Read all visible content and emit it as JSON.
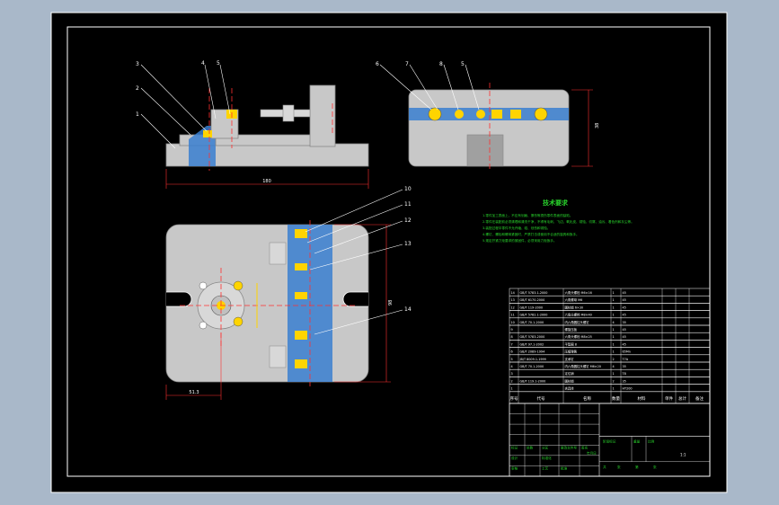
{
  "colors": {
    "viewport_bg": "#a9b8c9",
    "canvas_bg": "#000000",
    "frame": "#ffffff",
    "part_fill": "#c8c8c8",
    "part_fill_light": "#d8d8d8",
    "section": "#3a7fd0",
    "dim_line": "#ff3030",
    "callout": "#ffffff",
    "bolt": "#ffd400",
    "notes_text": "#29d42c",
    "center_line": "#ff3030"
  },
  "callouts": {
    "front": [
      "3",
      "2",
      "1",
      "4",
      "5"
    ],
    "side": [
      "6",
      "7",
      "8",
      "5"
    ],
    "plan": [
      "10",
      "11",
      "12",
      "13",
      "14"
    ]
  },
  "dimensions": {
    "front_width": "180",
    "side_height": "38",
    "plan_height": "98",
    "plan_offset": "51.3"
  },
  "technical_requirements": {
    "title": "技术要求",
    "lines": [
      "1.零件加工表面上，不应有划痕、擦伤等损伤零件表面的缺陷。",
      "2.零件在装配前必须清理和清洗干净，不得有毛刺、飞边、氧化皮、锈蚀、切屑、油污、着色剂和灰尘等。",
      "3.装配过程中零件不允许磕、碰、划伤和锈蚀。",
      "4.螺钉、螺栓和螺母紧固时，严禁打击或使用不合适的旋具和扳手。",
      "5.规定拧紧力矩要求的紧固件，必须采用力矩扳手。"
    ]
  },
  "bom": {
    "headers": [
      "序号",
      "代号",
      "名称",
      "数量",
      "材料",
      "单件",
      "总计",
      "备注"
    ],
    "rows": [
      [
        "14",
        "GB/T 5783.1-2000",
        "六角头螺栓 M6×16",
        "1",
        "45",
        "",
        "",
        ""
      ],
      [
        "13",
        "GB/T 6170-2000",
        "六角螺母 M6",
        "1",
        "45",
        "",
        "",
        ""
      ],
      [
        "12",
        "GB/T 119-2000",
        "圆柱销 6×30",
        "1",
        "45",
        "",
        "",
        ""
      ],
      [
        "11",
        "GB/T 5782.1-2000",
        "六角头螺栓 M8×40",
        "1",
        "45",
        "",
        "",
        ""
      ],
      [
        "10",
        "GB/T 70.1-2000",
        "内六角圆柱头螺钉",
        "4",
        "35",
        "",
        "",
        ""
      ],
      [
        "9",
        "",
        "螺旋压板",
        "1",
        "45",
        "",
        "",
        ""
      ],
      [
        "8",
        "GB/T 5783-2000",
        "六角头螺栓 M8×25",
        "1",
        "45",
        "",
        "",
        ""
      ],
      [
        "7",
        "GB/T 97.1-2002",
        "平垫圈 8",
        "1",
        "45",
        "",
        "",
        ""
      ],
      [
        "6",
        "GB/T 2089-1994",
        "压缩弹簧",
        "1",
        "65Mn",
        "",
        "",
        ""
      ],
      [
        "5",
        "JB/T 8009.1-1999",
        "支承钉",
        "2",
        "T7A",
        "",
        "",
        ""
      ],
      [
        "4",
        "GB/T 70.1-2000",
        "内六角圆柱头螺钉 M6×20",
        "4",
        "35",
        "",
        "",
        ""
      ],
      [
        "3",
        "",
        "定位销",
        "1",
        "T8",
        "",
        "",
        ""
      ],
      [
        "2",
        "GB/T 119.1-2000",
        "圆柱销",
        "2",
        "35",
        "",
        "",
        ""
      ],
      [
        "1",
        "",
        "夹具体",
        "1",
        "HT200",
        "",
        "",
        ""
      ]
    ]
  },
  "title_block": {
    "labels": [
      "标记",
      "处数",
      "分区",
      "更改文件号",
      "签名",
      "年月日",
      "设计",
      "标准化",
      "阶段标记",
      "重量",
      "比例",
      "审核",
      "工艺",
      "批准",
      "共",
      "张",
      "第",
      "张"
    ],
    "scale": "1:1"
  }
}
